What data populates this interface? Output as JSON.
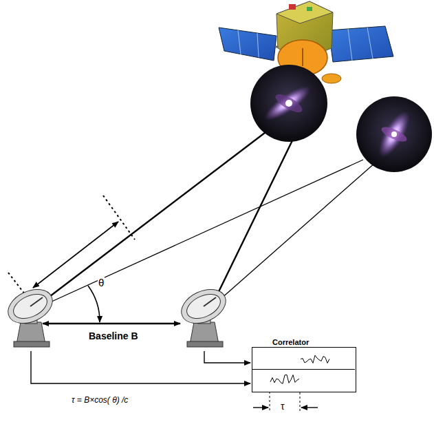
{
  "diagram": {
    "nodes": [
      {
        "text": [
          "Correlator"
        ]
      }
    ],
    "labels": [
      "θ",
      "Baseline B",
      "τ",
      "τ = B×cos( θ) /c"
    ]
  }
}
